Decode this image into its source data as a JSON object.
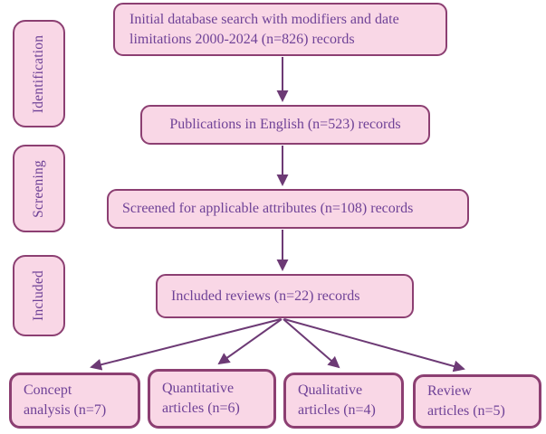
{
  "diagram": {
    "type": "prisma-flowchart",
    "colors": {
      "box_fill": "#f9d7e6",
      "box_border": "#8c3f72",
      "text": "#6f4297",
      "arrow": "#6d3a75",
      "background": "#ffffff"
    },
    "stages": [
      {
        "label": "Identification"
      },
      {
        "label": "Screening"
      },
      {
        "label": "Included"
      }
    ],
    "flow": [
      {
        "line1": "Initial database search with modifiers and date",
        "line2": "limitations 2000-2024 (n=826) records",
        "count": 826
      },
      {
        "label": "Publications in English (n=523) records",
        "count": 523
      },
      {
        "label": "Screened for applicable attributes (n=108) records",
        "count": 108
      },
      {
        "label": "Included reviews (n=22) records",
        "count": 22
      }
    ],
    "outcomes": [
      {
        "line1": "Concept",
        "line2": "analysis (n=7)",
        "count": 7
      },
      {
        "line1": "Quantitative",
        "line2": "articles (n=6)",
        "count": 6
      },
      {
        "line1": "Qualitative",
        "line2": "articles (n=4)",
        "count": 4
      },
      {
        "line1": "Review",
        "line2": "articles (n=5)",
        "count": 5
      }
    ]
  }
}
